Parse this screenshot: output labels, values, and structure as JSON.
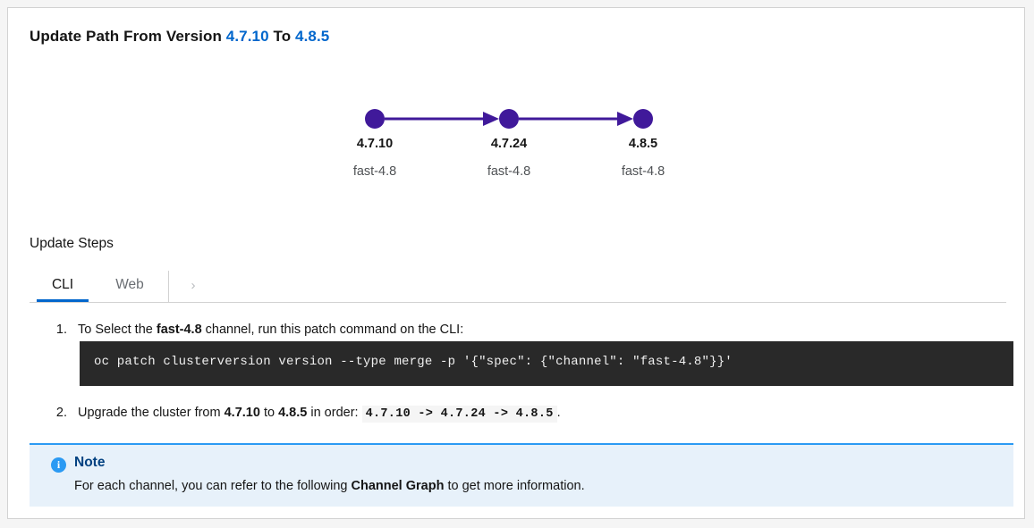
{
  "header": {
    "prefix": "Update Path From Version",
    "from_version": "4.7.10",
    "connector": "To",
    "to_version": "4.8.5"
  },
  "graph": {
    "nodes": [
      {
        "version": "4.7.10",
        "channel": "fast-4.8"
      },
      {
        "version": "4.7.24",
        "channel": "fast-4.8"
      },
      {
        "version": "4.8.5",
        "channel": "fast-4.8"
      }
    ],
    "edge_color": "#40199a",
    "node_color": "#40199a"
  },
  "steps_section": {
    "heading": "Update Steps",
    "tabs": [
      {
        "label": "CLI",
        "active": true
      },
      {
        "label": "Web",
        "active": false
      }
    ],
    "scroll_next_icon": "›",
    "active_tab_color": "#0066cc"
  },
  "steps": {
    "step1": {
      "number": "1.",
      "text_before": "To Select the ",
      "channel": "fast-4.8",
      "text_after": " channel, run this patch command on the CLI:",
      "command": "oc patch clusterversion version --type merge -p '{\"spec\": {\"channel\": \"fast-4.8\"}}'"
    },
    "step2": {
      "number": "2.",
      "text_before": "Upgrade the cluster from ",
      "from_version": "4.7.10",
      "text_middle": " to ",
      "to_version": "4.8.5",
      "text_after": " in order: ",
      "order_code": "4.7.10 -> 4.7.24 -> 4.8.5",
      "trailing": "."
    }
  },
  "note": {
    "icon": "i",
    "title": "Note",
    "body_before": "For each channel, you can refer to the following ",
    "link_text": "Channel Graph",
    "body_after": " to get more information.",
    "accent_color": "#2b9af3",
    "background_color": "#e7f1fa"
  }
}
